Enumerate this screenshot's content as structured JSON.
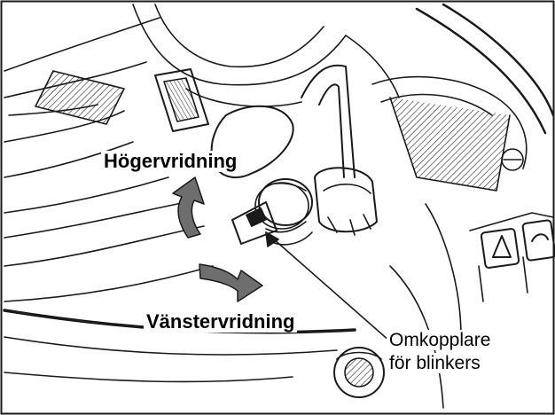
{
  "labels": {
    "right_turn": "Högervridning",
    "left_turn": "Vänstervridning",
    "switch_line1": "Omkopplare",
    "switch_line2": "för blinkers"
  },
  "colors": {
    "line": "#1a1a1a",
    "rotation_arrow": "#6e6e6e",
    "background": "#ffffff"
  }
}
